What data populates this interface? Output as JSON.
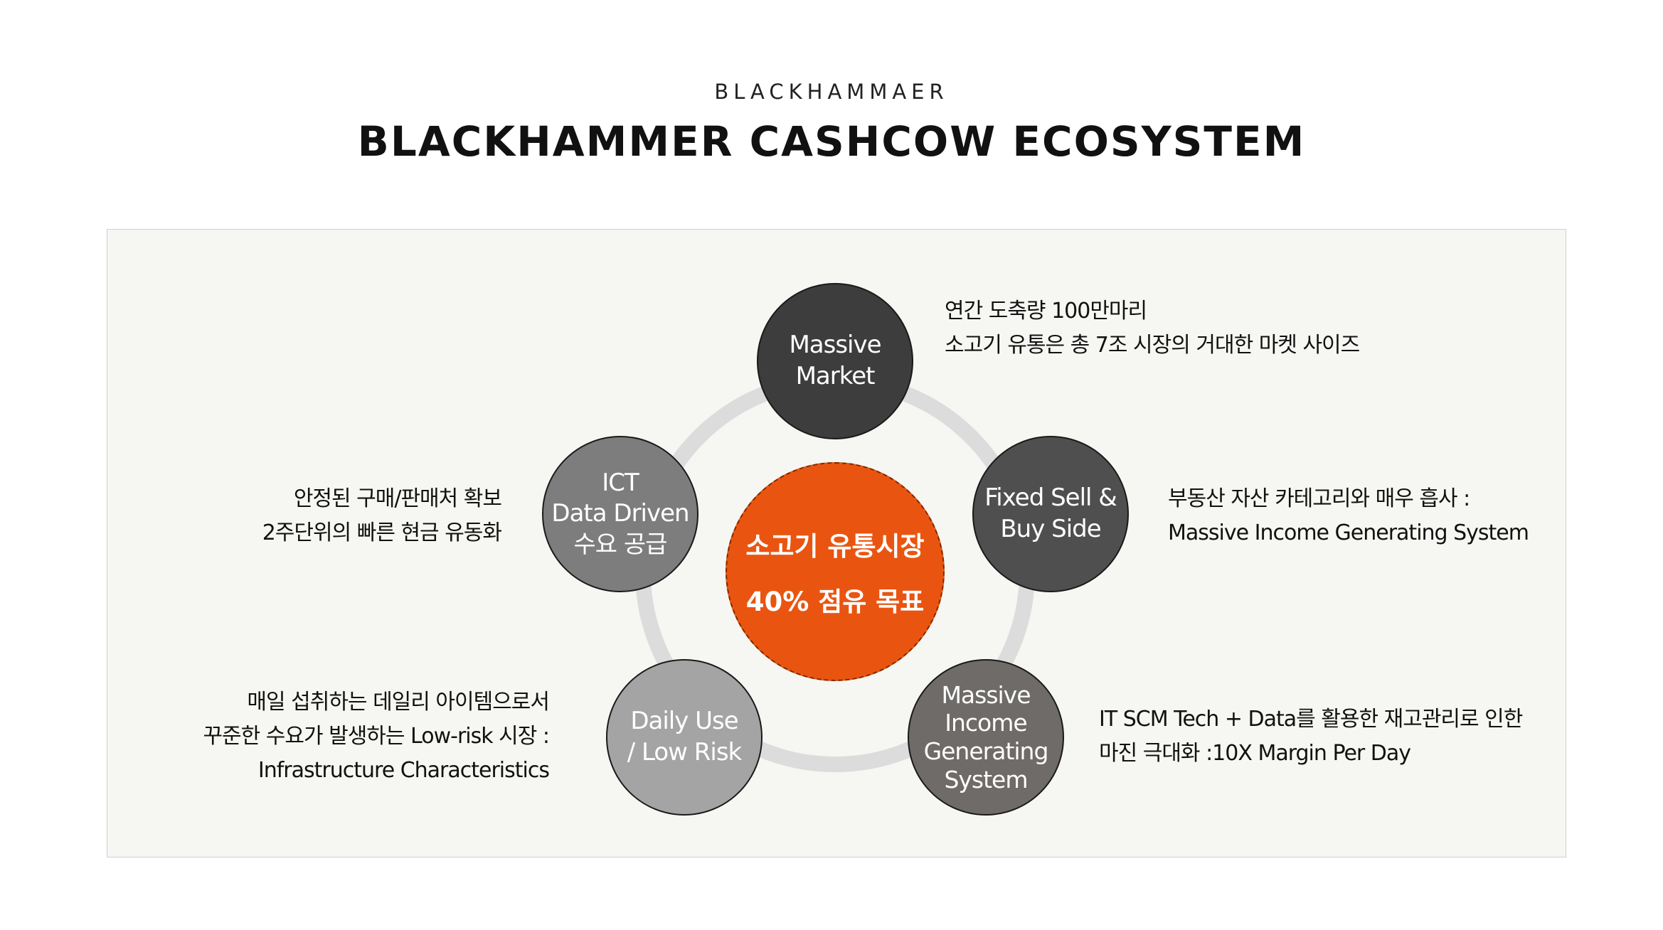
{
  "header": {
    "brand": "BLACKHAMMAER",
    "title": "BLACKHAMMER CASHCOW ECOSYSTEM"
  },
  "diagram": {
    "center": {
      "line1": "소고기 유통시장",
      "line2": "40% 점유 목표",
      "color": "#e95510"
    },
    "nodes": {
      "massive_market": {
        "label": "Massive\nMarket",
        "color": "#3d3d3d"
      },
      "fixed_sell": {
        "label": "Fixed Sell &\nBuy Side",
        "color": "#4f4f4f"
      },
      "income_system": {
        "label": "Massive\nIncome\nGenerating\nSystem",
        "color": "#6e6b68"
      },
      "daily_use": {
        "label": "Daily Use\n/ Low Risk",
        "color": "#a4a4a4"
      },
      "ict": {
        "label": "ICT\nData Driven\n수요 공급",
        "color": "#7d7d7d"
      }
    },
    "descriptions": {
      "massive_market": [
        "연간 도축량 100만마리",
        "소고기 유통은 총 7조 시장의 거대한 마켓 사이즈"
      ],
      "fixed_sell": [
        "부동산 자산 카테고리와 매우 흡사 :",
        "Massive Income Generating System"
      ],
      "income_system": [
        "IT SCM Tech + Data를 활용한 재고관리로 인한",
        "마진 극대화 :10X Margin Per Day"
      ],
      "daily_use": [
        "매일 섭취하는 데일리 아이템으로서",
        "꾸준한 수요가 발생하는 Low-risk 시장 :",
        "Infrastructure Characteristics"
      ],
      "ict": [
        "안정된 구매/판매처 확보",
        "2주단위의 빠른 현금 유동화"
      ]
    },
    "ring_color": "#dcdcdc"
  }
}
